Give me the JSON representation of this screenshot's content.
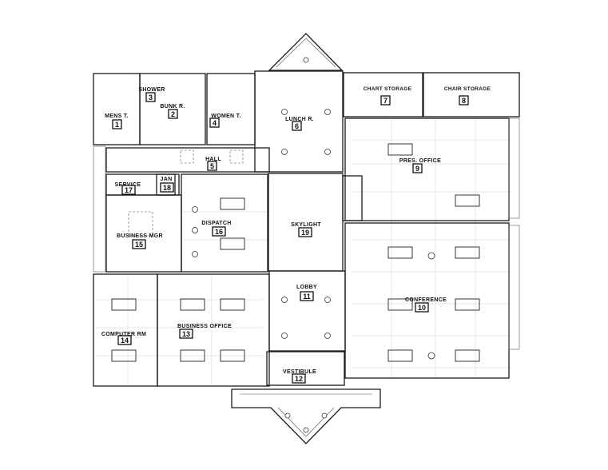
{
  "rooms": [
    {
      "id": "mens-t",
      "label": "MENS T.",
      "number": "1"
    },
    {
      "id": "bunk-r",
      "label": "BUNK R.",
      "number": "2"
    },
    {
      "id": "shower",
      "label": "SHOWER",
      "number": "3"
    },
    {
      "id": "women-t",
      "label": "WOMEN T.",
      "number": "4"
    },
    {
      "id": "hall",
      "label": "HALL",
      "number": "5"
    },
    {
      "id": "lunch-r",
      "label": "LUNCH R.",
      "number": "6"
    },
    {
      "id": "chart-storage",
      "label": "CHART STORAGE",
      "number": "7"
    },
    {
      "id": "chair-storage",
      "label": "CHAIR STORAGE",
      "number": "8"
    },
    {
      "id": "pres-office",
      "label": "PRES. OFFICE",
      "number": "9"
    },
    {
      "id": "conference",
      "label": "CONFERENCE",
      "number": "10"
    },
    {
      "id": "lobby",
      "label": "LOBBY",
      "number": "11"
    },
    {
      "id": "vestibule",
      "label": "VESTIBULE",
      "number": "12"
    },
    {
      "id": "business-office",
      "label": "BUSINESS OFFICE",
      "number": "13"
    },
    {
      "id": "computer-rm",
      "label": "COMPUTER RM",
      "number": "14"
    },
    {
      "id": "business-mgr",
      "label": "BUSINESS MGR",
      "number": "15"
    },
    {
      "id": "dispatch",
      "label": "DISPATCH",
      "number": "16"
    },
    {
      "id": "service",
      "label": "SERVICE",
      "number": "17"
    },
    {
      "id": "jan",
      "label": "JAN",
      "number": "18"
    },
    {
      "id": "skylight",
      "label": "SKYLIGHT",
      "number": "19"
    }
  ],
  "colors": {
    "line": "#1a1a1a",
    "background": "#ffffff"
  }
}
